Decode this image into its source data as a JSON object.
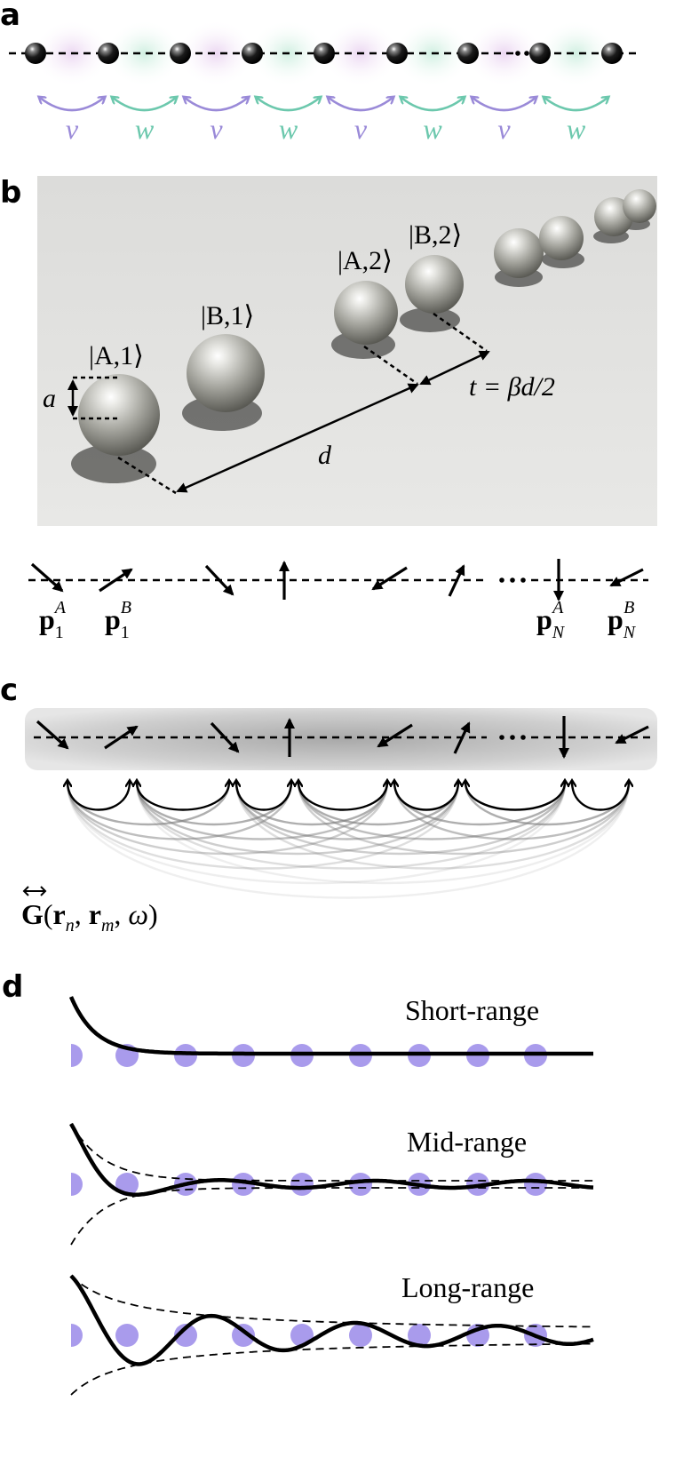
{
  "panels": {
    "a": {
      "letter": "a",
      "hop_labels": [
        "v",
        "w",
        "v",
        "w",
        "v",
        "w",
        "v",
        "w"
      ],
      "colors": {
        "v": "#9a8ad8",
        "w": "#6cc8ad"
      }
    },
    "b": {
      "letter": "b",
      "kets": {
        "a1": "|A,1⟩",
        "b1": "|B,1⟩",
        "a2": "|A,2⟩",
        "b2": "|B,2⟩"
      },
      "radius_label": "a",
      "distance_label": "d",
      "t_label": "t = βd/2",
      "dipole_labels": {
        "p1a": {
          "base": "p",
          "sub": "1",
          "sup": "A"
        },
        "p1b": {
          "base": "p",
          "sub": "1",
          "sup": "B"
        },
        "pna": {
          "base": "p",
          "sub": "N",
          "sup": "A"
        },
        "pnb": {
          "base": "p",
          "sub": "N",
          "sup": "B"
        }
      }
    },
    "c": {
      "letter": "c",
      "green_label": "G(rn, rm, ω)"
    },
    "d": {
      "letter": "d",
      "rows": [
        {
          "label": "Short-range"
        },
        {
          "label": "Mid-range"
        },
        {
          "label": "Long-range"
        }
      ],
      "dot_color": "#a99bec"
    }
  }
}
